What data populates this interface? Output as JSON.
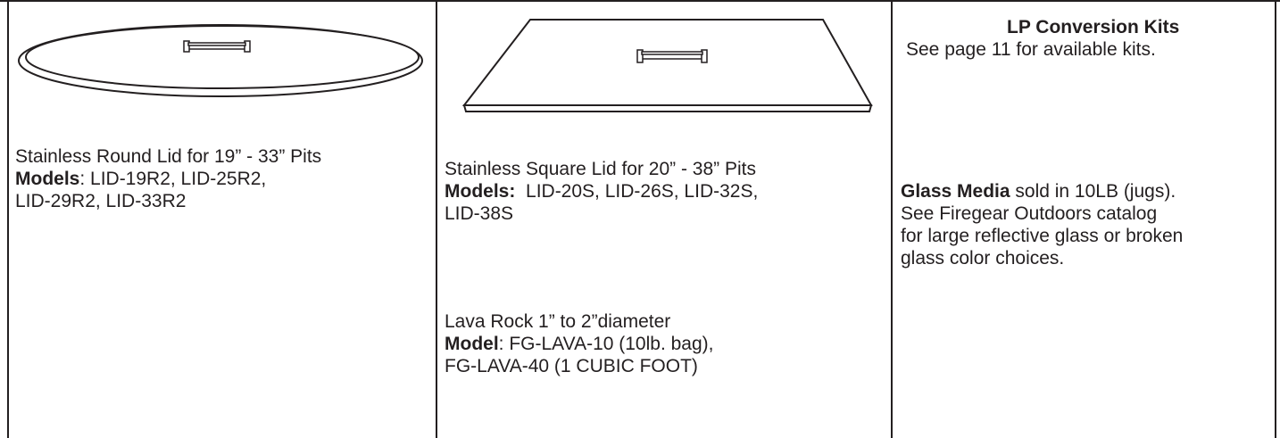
{
  "col1": {
    "lid_description": "Stainless Round Lid for 19” - 33” Pits",
    "models_label": "Models",
    "models_line1": ": LID-19R2, LID-25R2,",
    "models_line2": "LID-29R2, LID-33R2"
  },
  "col2": {
    "lid_description": "Stainless Square Lid for 20” - 38” Pits",
    "models_label": "Models:",
    "models_line1": "  LID-20S, LID-26S, LID-32S,",
    "models_line2": "LID-38S",
    "lava_description": "Lava Rock 1” to 2”diameter",
    "lava_model_label": "Model",
    "lava_model_line1": ": FG-LAVA-10 (10lb. bag),",
    "lava_model_line2": "FG-LAVA-40 (1 CUBIC FOOT)"
  },
  "col3": {
    "lp_heading": "LP Conversion Kits",
    "lp_text": "See page 11 for available kits.",
    "glass_label": "Glass Media",
    "glass_line1": " sold in 10LB (jugs).",
    "glass_line2": "See Firegear Outdoors catalog",
    "glass_line3": "for large reflective glass or broken",
    "glass_line4": "glass color choices."
  },
  "colors": {
    "ink": "#231f20",
    "background": "#ffffff"
  }
}
